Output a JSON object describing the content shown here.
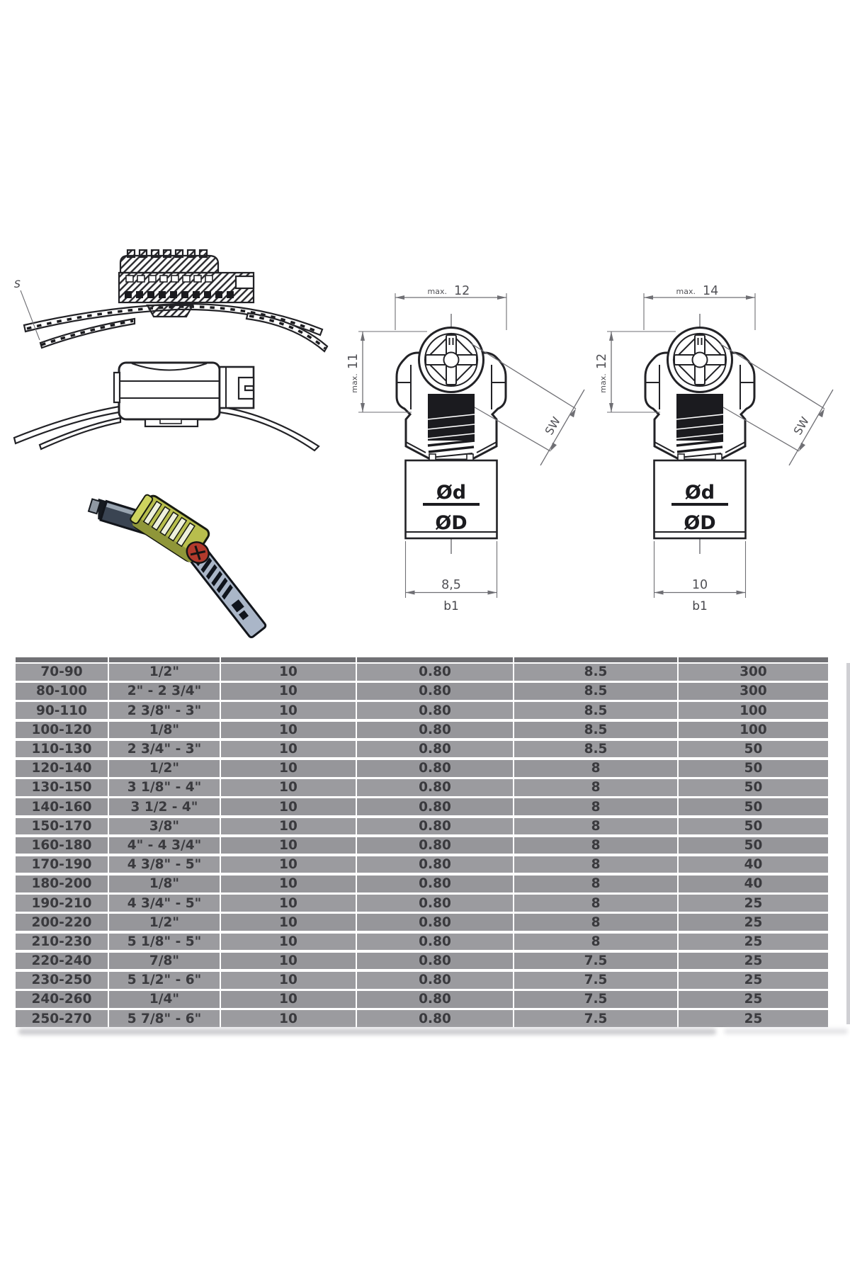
{
  "diagrams": {
    "cross_section": {
      "s_label": "S"
    },
    "front_small": {
      "width_max_prefix": "max.",
      "width_max": "12",
      "height_max_prefix": "max.",
      "height_max": "11",
      "sw": "SW",
      "dia_top": "Ød",
      "dia_bottom": "ØD",
      "band_width": "8,5",
      "band_width_sym": "b1"
    },
    "front_large": {
      "width_max_prefix": "max.",
      "width_max": "14",
      "height_max_prefix": "max.",
      "height_max": "12",
      "sw": "SW",
      "dia_top": "Ød",
      "dia_bottom": "ØD",
      "band_width": "10",
      "band_width_sym": "b1"
    }
  },
  "table": {
    "rows": [
      [
        "70-90",
        "1/2\"",
        "10",
        "0.80",
        "8.5",
        "300"
      ],
      [
        "80-100",
        "2\" - 2 3/4\"",
        "10",
        "0.80",
        "8.5",
        "300"
      ],
      [
        "90-110",
        "2 3/8\" - 3\"",
        "10",
        "0.80",
        "8.5",
        "100"
      ],
      [
        "100-120",
        "1/8\"",
        "10",
        "0.80",
        "8.5",
        "100"
      ],
      [
        "110-130",
        "2 3/4\" - 3\"",
        "10",
        "0.80",
        "8.5",
        "50"
      ],
      [
        "120-140",
        "1/2\"",
        "10",
        "0.80",
        "8",
        "50"
      ],
      [
        "130-150",
        "3 1/8\" - 4\"",
        "10",
        "0.80",
        "8",
        "50"
      ],
      [
        "140-160",
        "3 1/2 - 4\"",
        "10",
        "0.80",
        "8",
        "50"
      ],
      [
        "150-170",
        "3/8\"",
        "10",
        "0.80",
        "8",
        "50"
      ],
      [
        "160-180",
        "4\" - 4 3/4\"",
        "10",
        "0.80",
        "8",
        "50"
      ],
      [
        "170-190",
        "4 3/8\" - 5\"",
        "10",
        "0.80",
        "8",
        "40"
      ],
      [
        "180-200",
        "1/8\"",
        "10",
        "0.80",
        "8",
        "40"
      ],
      [
        "190-210",
        "4 3/4\" - 5\"",
        "10",
        "0.80",
        "8",
        "25"
      ],
      [
        "200-220",
        "1/2\"",
        "10",
        "0.80",
        "8",
        "25"
      ],
      [
        "210-230",
        "5 1/8\" - 5\"",
        "10",
        "0.80",
        "8",
        "25"
      ],
      [
        "220-240",
        "7/8\"",
        "10",
        "0.80",
        "7.5",
        "25"
      ],
      [
        "230-250",
        "5 1/2\" - 6\"",
        "10",
        "0.80",
        "7.5",
        "25"
      ],
      [
        "240-260",
        "1/4\"",
        "10",
        "0.80",
        "7.5",
        "25"
      ],
      [
        "250-270",
        "5 7/8\" - 6\"",
        "10",
        "0.80",
        "7.5",
        "25"
      ]
    ]
  }
}
